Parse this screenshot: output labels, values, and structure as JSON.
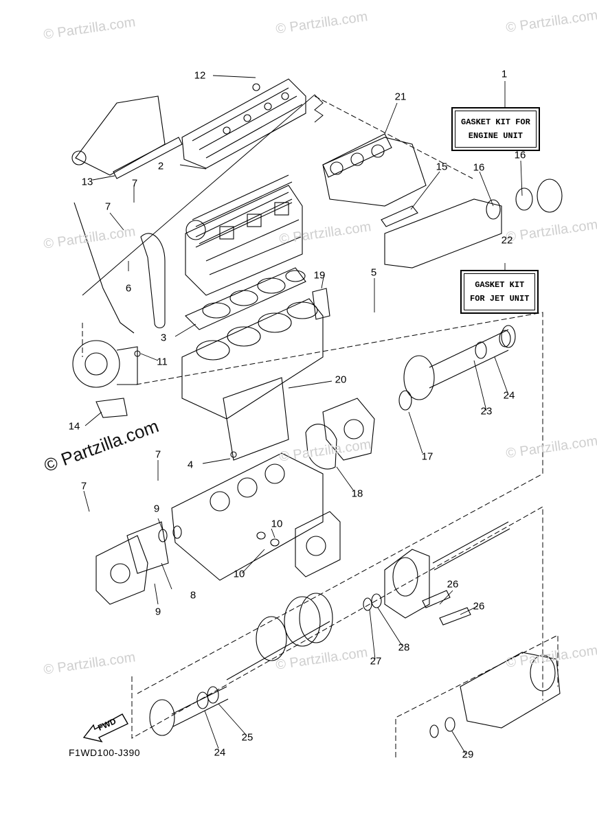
{
  "diagram": {
    "watermark": "© Partzilla.com",
    "diagram_code": "F1WD100-J390",
    "fwd_label": "FWD",
    "kits": {
      "engine": {
        "number": "1",
        "line1": "GASKET KIT FOR",
        "line2": "ENGINE UNIT"
      },
      "jet": {
        "number": "22",
        "line1": "GASKET KIT",
        "line2": "FOR JET UNIT"
      }
    },
    "callouts": {
      "c2": "2",
      "c3": "3",
      "c4": "4",
      "c5": "5",
      "c6": "6",
      "c7a": "7",
      "c7b": "7",
      "c7c": "7",
      "c7d": "7",
      "c8": "8",
      "c9a": "9",
      "c9b": "9",
      "c10a": "10",
      "c10b": "10",
      "c11": "11",
      "c12": "12",
      "c13": "13",
      "c14": "14",
      "c15": "15",
      "c16a": "16",
      "c16b": "16",
      "c17": "17",
      "c18": "18",
      "c19": "19",
      "c20": "20",
      "c21": "21",
      "c23": "23",
      "c24a": "24",
      "c24b": "24",
      "c25": "25",
      "c26a": "26",
      "c26b": "26",
      "c27": "27",
      "c28": "28",
      "c29": "29"
    },
    "colors": {
      "line": "#000000",
      "watermark": "#cfcfcf",
      "background": "#ffffff"
    }
  }
}
